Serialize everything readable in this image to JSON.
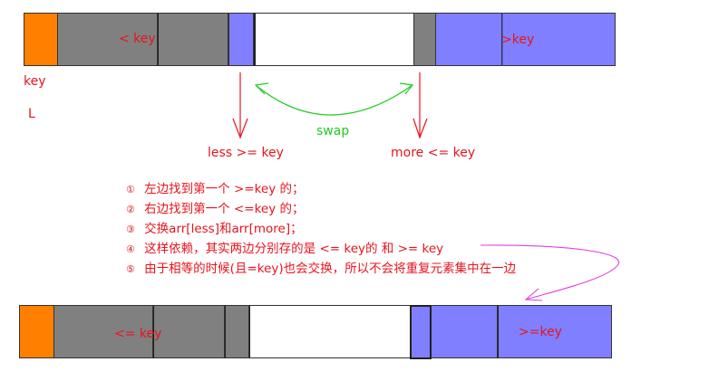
{
  "top_bar": {
    "less_key_label": "<  key",
    "greater_key_label": ">key",
    "key_label": "key",
    "l_label": "L"
  },
  "pointers": {
    "less_label": "less  >= key",
    "more_label": "more <= key",
    "swap_label": "swap"
  },
  "notes": [
    {
      "marker": "①",
      "text": "左边找到第一个  >=key  的；"
    },
    {
      "marker": "②",
      "text": "右边找到第一个 <=key 的；"
    },
    {
      "marker": "③",
      "text": "交换arr[less]和arr[more]；"
    },
    {
      "marker": "④",
      "text": "这样依赖，其实两边分别存的是  <= key的 和 >= key"
    },
    {
      "marker": "⑤",
      "text": "由于相等的时候(且=key)也会交换，所以不会将重复元素集中在一边"
    }
  ],
  "bottom_bar": {
    "le_key_label": "<= key",
    "ge_key_label": ">=key"
  },
  "colors": {
    "orange": "#ff7f00",
    "gray": "#808080",
    "blue": "#7f7fff",
    "white": "#ffffff",
    "red": "#e8141e",
    "green": "#22cc22",
    "magenta": "#e040e0"
  }
}
